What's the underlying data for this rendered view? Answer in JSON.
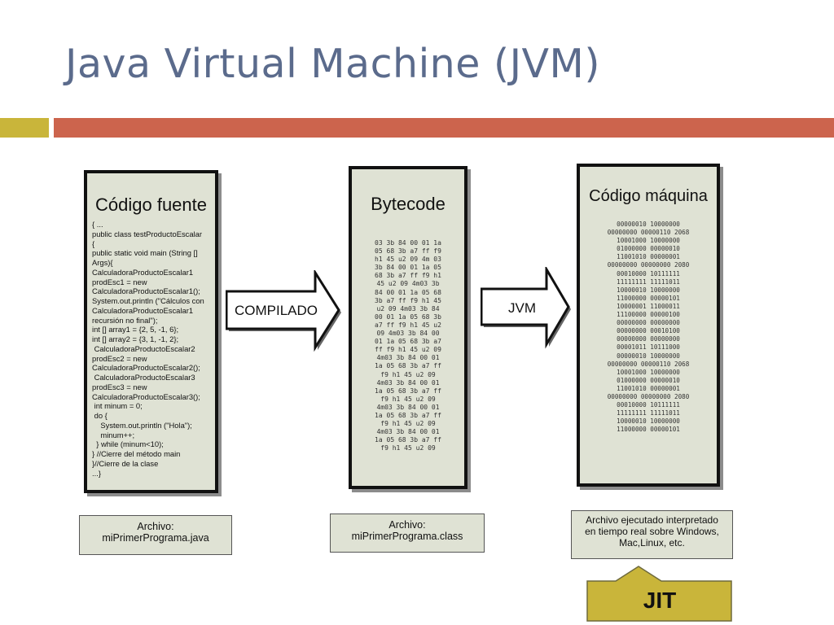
{
  "slide": {
    "title": "Java Virtual Machine (JVM)",
    "colors": {
      "title": "#5b6b8c",
      "accent_gold": "#c9b53a",
      "accent_rust": "#cc644d",
      "panel_fill": "#dfe2d4",
      "callout_fill": "#c9b53a"
    }
  },
  "panels": {
    "source": {
      "title": "Código fuente",
      "code": "{ ...\npublic class testProductoEscalar\n{\npublic static void main (String []\nArgs){\nCalculadoraProductoEscalar1\nprodEsc1 = new\nCalculadoraProductoEscalar1();\nSystem.out.println (\"Cálculos con\nCalculadoraProductoEscalar1\nrecursión no final\");\nint [] array1 = {2, 5, -1, 6};\nint [] array2 = {3, 1, -1, 2};\n CalculadoraProductoEscalar2\nprodEsc2 = new\nCalculadoraProductoEscalar2();\n CalculadoraProductoEscalar3\nprodEsc3 = new\nCalculadoraProductoEscalar3();\n int minum = 0;\n do {\n    System.out.println (\"Hola\");\n    minum++;\n  } while (minum<10);\n} //Cierre del método main\n}//Cierre de la clase\n...}"
    },
    "bytecode": {
      "title": "Bytecode",
      "code": "03 3b 84 00 01 1a\n05 68 3b a7 ff f9\nh1 45 u2 09 4m 03\n3b 84 00 01 1a 05\n68 3b a7 ff f9 h1\n45 u2 09 4m03 3b\n84 00 01 1a 05 68\n3b a7 ff f9 h1 45\nu2 09 4m03 3b 84\n00 01 1a 05 68 3b\na7 ff f9 h1 45 u2\n09 4m03 3b 84 00\n01 1a 05 68 3b a7\nff f9 h1 45 u2 09\n4m03 3b 84 00 01\n1a 05 68 3b a7 ff\nf9 h1 45 u2 09\n4m03 3b 84 00 01\n1a 05 68 3b a7 ff\nf9 h1 45 u2 09\n4m03 3b 84 00 01\n1a 05 68 3b a7 ff\nf9 h1 45 u2 09\n4m03 3b 84 00 01\n1a 05 68 3b a7 ff\nf9 h1 45 u2 09"
    },
    "machine": {
      "title": "Código máquina",
      "code": "00000010 10000000\n00000000 00000110 2068\n10001000 10000000\n01000000 00000010\n11001010 00000001\n00000000 00000000 2080\n00010000 10111111\n11111111 11111011\n10000010 10000000\n11000000 00000101\n10000001 11000011\n11100000 00000100\n00000000 00000000\n00000000 00010100\n00000000 00000000\n00001011 10111000\n00000010 10000000\n00000000 00000110 2068\n10001000 10000000\n01000000 00000010\n11001010 00000001\n00000000 00000000 2080\n00010000 10111111\n11111111 11111011\n10000010 10000000\n11000000 00000101"
    }
  },
  "arrows": {
    "compile_label": "COMPILADO",
    "jvm_label": "JVM"
  },
  "files": {
    "source": {
      "line1": "Archivo:",
      "line2": "miPrimerPrograma.java"
    },
    "bytecode": {
      "line1": "Archivo:",
      "line2": "miPrimerPrograma.class"
    },
    "machine": {
      "line1": "Archivo ejecutado interpretado",
      "line2": "en tiempo real sobre Windows,",
      "line3": "Mac,Linux, etc."
    }
  },
  "callout": {
    "label": "JIT"
  }
}
